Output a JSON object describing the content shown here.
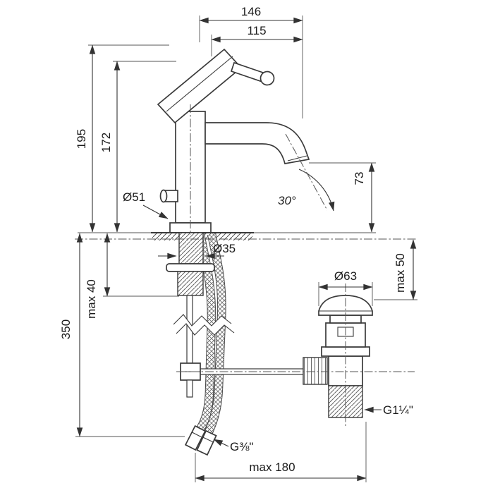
{
  "drawing": {
    "type": "technical-dimension-drawing",
    "subject": "single-lever basin mixer faucet with pop-up waste",
    "background_color": "#ffffff",
    "line_color": "#3a3a3a",
    "dimensions": {
      "total_width": "146",
      "spout_reach": "115",
      "total_height": "195",
      "body_height": "172",
      "body_diameter": "Ø51",
      "spout_angle": "30°",
      "spout_height": "73",
      "shank_diameter": "Ø35",
      "max_deck_thickness": "max 40",
      "hose_length": "350",
      "drain_cap_diameter": "Ø63",
      "drain_max_deck": "max 50",
      "drain_thread": "G1¼\"",
      "hose_thread": "G⅜\"",
      "max_drain_distance": "max 180"
    }
  }
}
